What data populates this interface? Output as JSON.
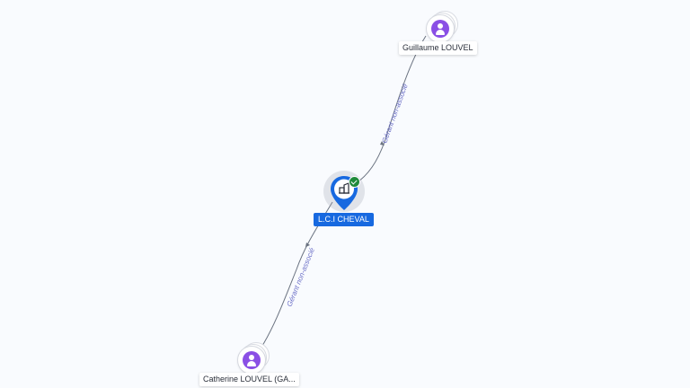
{
  "nodes": {
    "company": {
      "label": "L.C.I CHEVAL",
      "icon": "building-icon",
      "status_icon": "check-icon",
      "color": "#1769e0"
    },
    "person_top": {
      "label": "Guillaume LOUVEL",
      "icon": "person-icon",
      "color": "#8a4fe5"
    },
    "person_bottom": {
      "label": "Catherine LOUVEL (GA...",
      "icon": "person-icon",
      "color": "#8a4fe5"
    }
  },
  "edges": [
    {
      "from": "person_top",
      "to": "company",
      "label": "Gérant non-associé"
    },
    {
      "from": "person_bottom",
      "to": "company",
      "label": "Gérant non-associé"
    }
  ]
}
